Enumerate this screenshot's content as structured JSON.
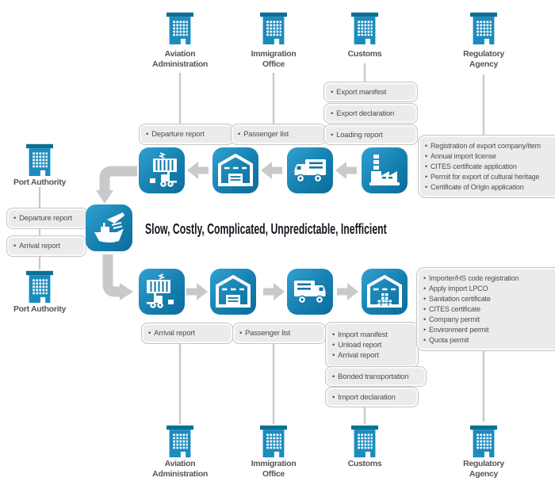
{
  "headline": "Slow, Costly, Complicated, Unpredictable, Inefficient",
  "colors": {
    "building_blue": "#1b8cbe",
    "building_dark": "#0b7094",
    "tile_blue_light": "#31a1d1",
    "tile_blue_dark": "#0c6c9c",
    "arrow_gray": "#c9c9c9",
    "box_fill": "#ebebeb",
    "box_border": "#c6c6c6",
    "label_text": "#55565a"
  },
  "agencies": {
    "aviation_top": "Aviation\nAdministration",
    "immigration_top": "Immigration\nOffice",
    "customs_top": "Customs",
    "regulatory_top": "Regulatory\nAgency",
    "port_authority_top": "Port Authority",
    "port_authority_bottom": "Port Authority",
    "aviation_bottom": "Aviation\nAdministration",
    "immigration_bottom": "Immigration\nOffice",
    "customs_bottom": "Customs",
    "regulatory_bottom": "Regulatory\nAgency"
  },
  "documents": {
    "departure_report_aviation": [
      "Departure report"
    ],
    "passenger_list_top": [
      "Passenger list"
    ],
    "export_manifest": [
      "Export manifest"
    ],
    "export_declaration": [
      "Export declaration"
    ],
    "loading_report": [
      "Loading report"
    ],
    "port_departure_report": [
      "Departure report"
    ],
    "port_arrival_report": [
      "Arrival report"
    ],
    "arrival_report_aviation": [
      "Arrival report"
    ],
    "passenger_list_bottom": [
      "Passenger list"
    ],
    "import_arrival_group": [
      "Import manifest",
      "Unload report",
      "Arrival report"
    ],
    "bonded_transportation": [
      "Bonded transportation"
    ],
    "import_declaration": [
      "Import declaration"
    ]
  },
  "export_requirements": [
    "Registration of export company/item",
    "Annual import license",
    "CITES certificate application",
    "Permit for export of cultural heritage",
    "Certificate of Origin application"
  ],
  "import_requirements": [
    "Importer/HS code registration",
    "Apply import LPCO",
    "Sanitation certificate",
    "CITES certificate",
    "Company permit",
    "Environment permit",
    "Quota permit"
  ]
}
